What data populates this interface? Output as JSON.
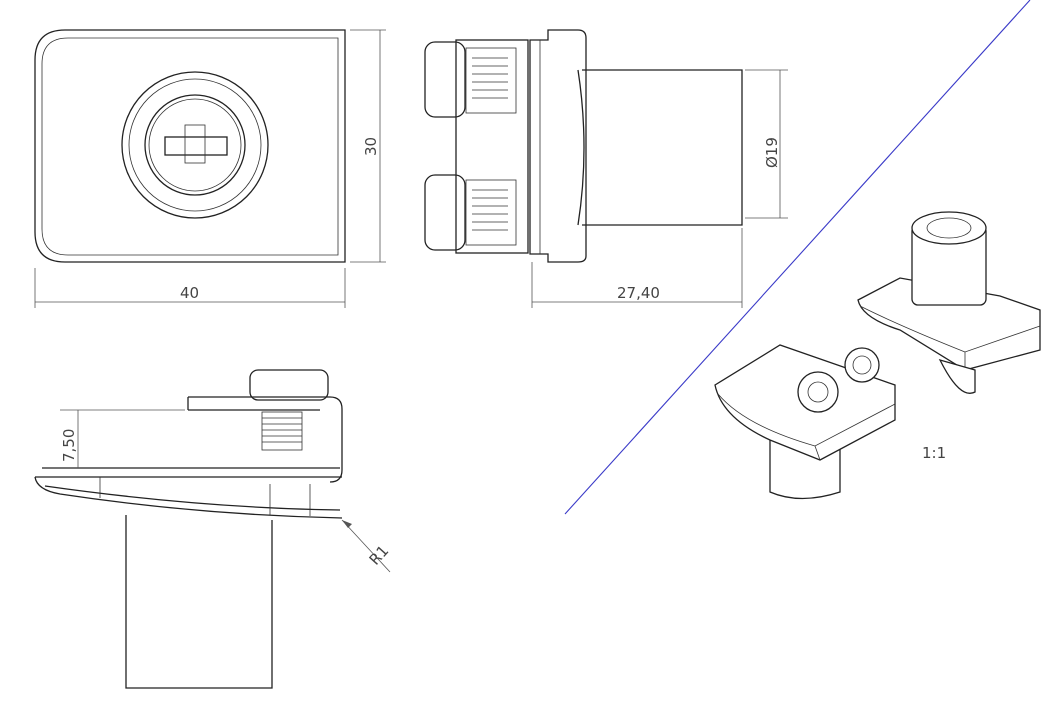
{
  "drawing": {
    "dimensions": {
      "front_width": "40",
      "front_height": "30",
      "side_diameter": "Ø19",
      "side_length": "27,40",
      "section_height": "7,50",
      "radius": "R1"
    },
    "scale_label": "1:1",
    "colors": {
      "line": "#222222",
      "divider": "#3a3ac8"
    }
  }
}
